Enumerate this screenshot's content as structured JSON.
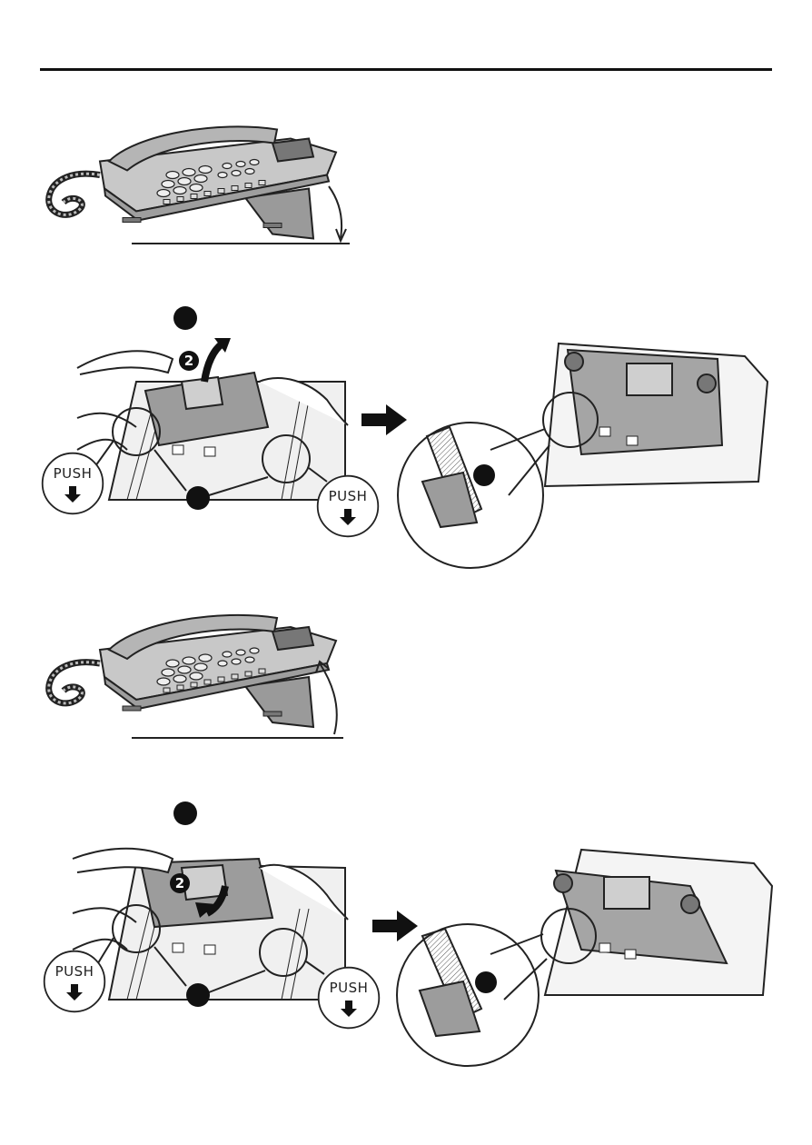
{
  "labels": {
    "push": "PUSH",
    "step2": "2"
  },
  "colors": {
    "ink": "#222222",
    "body_gray": "#c4c4c4",
    "dark_gray": "#8a8a8a",
    "arrow": "#1a1a1a"
  },
  "icons": [
    "phone-illustration",
    "hand-illustration",
    "push-down-arrow-icon",
    "right-arrow-icon",
    "step-marker-icon",
    "curved-arrow-icon"
  ]
}
